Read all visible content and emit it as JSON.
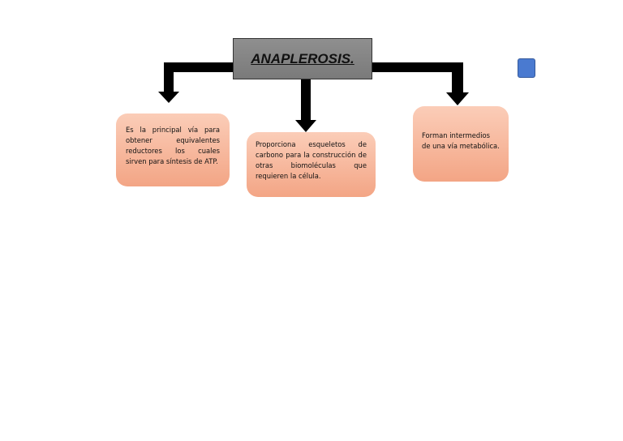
{
  "title": "ANAPLEROSIS.",
  "cards": [
    {
      "text": "Es la principal vía para obtener equivalentes reductores los cuales sirven para síntesis de ATP."
    },
    {
      "text": "Proporciona esqueletos de carbono para la construcción de otras biomoléculas que requieren la célula."
    },
    {
      "text": "Forman intermedios de una vía metabólica."
    }
  ],
  "colors": {
    "arrow": "#000000",
    "title_box": "#808080",
    "card_fill": "#f7b79c",
    "shape_square": "#4a7ad0"
  }
}
